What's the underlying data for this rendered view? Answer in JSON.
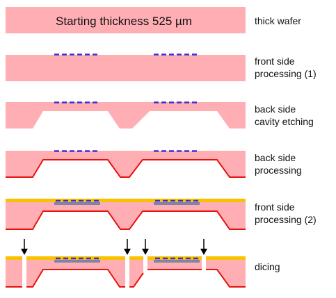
{
  "wafer_text": "Starting thickness 525 µm",
  "steps": [
    {
      "label_lines": [
        "thick wafer"
      ]
    },
    {
      "label_lines": [
        "front side",
        "processing (1)"
      ]
    },
    {
      "label_lines": [
        "back side",
        "cavity etching"
      ]
    },
    {
      "label_lines": [
        "back side",
        "processing"
      ]
    },
    {
      "label_lines": [
        "front side",
        "processing (2)"
      ]
    },
    {
      "label_lines": [
        "dicing"
      ]
    }
  ],
  "colors": {
    "wafer": "#ffaeb4",
    "front_pattern": "#3b2fd6",
    "backside_layer": "#e8120f",
    "front_layer": "#f7c300",
    "front_pads": "#7f84a6",
    "arrow": "#000000",
    "label_text": "#111111"
  }
}
